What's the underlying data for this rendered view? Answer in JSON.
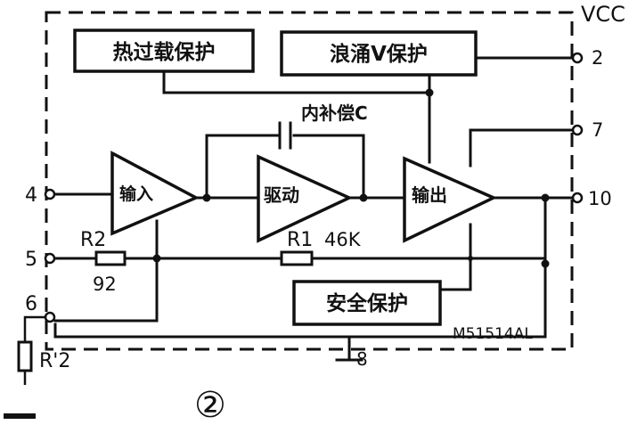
{
  "blocks": {
    "thermal_overload": "热过载保护",
    "surge_protection": "浪涌V保护",
    "internal_comp": "内补偿C",
    "input_stage": "输入",
    "driver_stage": "驱动",
    "output_stage": "输出",
    "safety_protection": "安全保护"
  },
  "pins": {
    "vcc": "VCC",
    "p2": "2",
    "p7": "7",
    "p10": "10",
    "p4": "4",
    "p5": "5",
    "p6": "6",
    "p8": "8"
  },
  "resistors": {
    "r2_label": "R2",
    "r2_value": "92",
    "r1_label": "R1",
    "r1_value": "46K",
    "r2prime_label": "R'2"
  },
  "chip_name": "M51514AL",
  "figure_number": "②"
}
